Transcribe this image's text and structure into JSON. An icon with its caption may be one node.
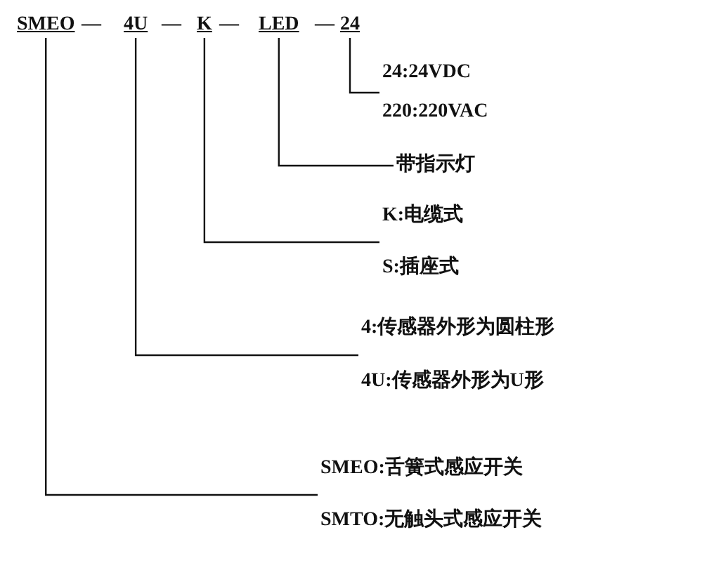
{
  "diagram": {
    "nodes": [
      {
        "text": [
          "SMEO"
        ]
      },
      {
        "text": [
          "4U"
        ]
      },
      {
        "text": [
          "K"
        ]
      },
      {
        "text": [
          "LED"
        ]
      },
      {
        "text": [
          "24"
        ]
      },
      {
        "text": [
          "24:24VDC"
        ]
      },
      {
        "text": [
          "220:220VAC"
        ]
      },
      {
        "text": [
          "带指示灯"
        ]
      },
      {
        "text": [
          "K:电缆式"
        ]
      },
      {
        "text": [
          "S:插座式"
        ]
      },
      {
        "text": [
          "4:传感器外形为圆柱形"
        ]
      },
      {
        "text": [
          "4U:传感器外形为U形"
        ]
      },
      {
        "text": [
          "SMEO:舌簧式感应开关"
        ]
      },
      {
        "text": [
          "SMTO:无触头式感应开关"
        ]
      }
    ],
    "edges": [
      {
        "from": 4,
        "to": 5,
        "arrow": "none"
      },
      {
        "from": 4,
        "to": 6,
        "arrow": "none"
      },
      {
        "from": 3,
        "to": 7,
        "arrow": "none"
      },
      {
        "from": 2,
        "to": 8,
        "arrow": "none"
      },
      {
        "from": 2,
        "to": 9,
        "arrow": "none"
      },
      {
        "from": 1,
        "to": 10,
        "arrow": "none"
      },
      {
        "from": 1,
        "to": 11,
        "arrow": "none"
      },
      {
        "from": 0,
        "to": 12,
        "arrow": "none"
      },
      {
        "from": 0,
        "to": 13,
        "arrow": "none"
      }
    ],
    "labels": [
      "—",
      "—",
      "—",
      "—"
    ]
  }
}
